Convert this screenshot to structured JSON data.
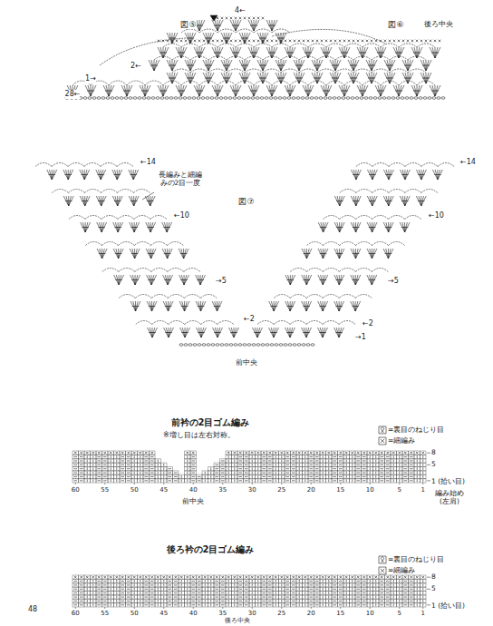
{
  "diagram": {
    "labels": [
      "図⑤",
      "4←",
      "2←",
      "1→",
      "28←",
      "図⑥",
      "後ろ中央",
      "←14",
      "長編みと細編みの2目一度",
      "←10",
      "図⑦",
      "→5",
      "←2",
      "前中央",
      "←14",
      "←10",
      "→5",
      "←2",
      "→1",
      "前衿の2目ゴム編み",
      "※増し目は左右対称。",
      "8",
      "5",
      "1 (拾い目)",
      "60",
      "55",
      "50",
      "45",
      "40",
      "35",
      "30",
      "25",
      "20",
      "15",
      "10",
      "5",
      "1",
      "編み始め (左肩)",
      "前中央",
      "後ろ衿の2目ゴム編み",
      "8",
      "5",
      "1 (拾い目)",
      "60",
      "55",
      "50",
      "45",
      "40",
      "35",
      "30",
      "25",
      "20",
      "15",
      "10",
      "5",
      "1",
      "後ろ中央",
      "48"
    ],
    "legend": [
      {
        "text": "=裏目のねじり目"
      },
      {
        "text": "=細編み"
      },
      {
        "text": "=裏目のねじり目"
      },
      {
        "text": "=細編み"
      }
    ]
  }
}
